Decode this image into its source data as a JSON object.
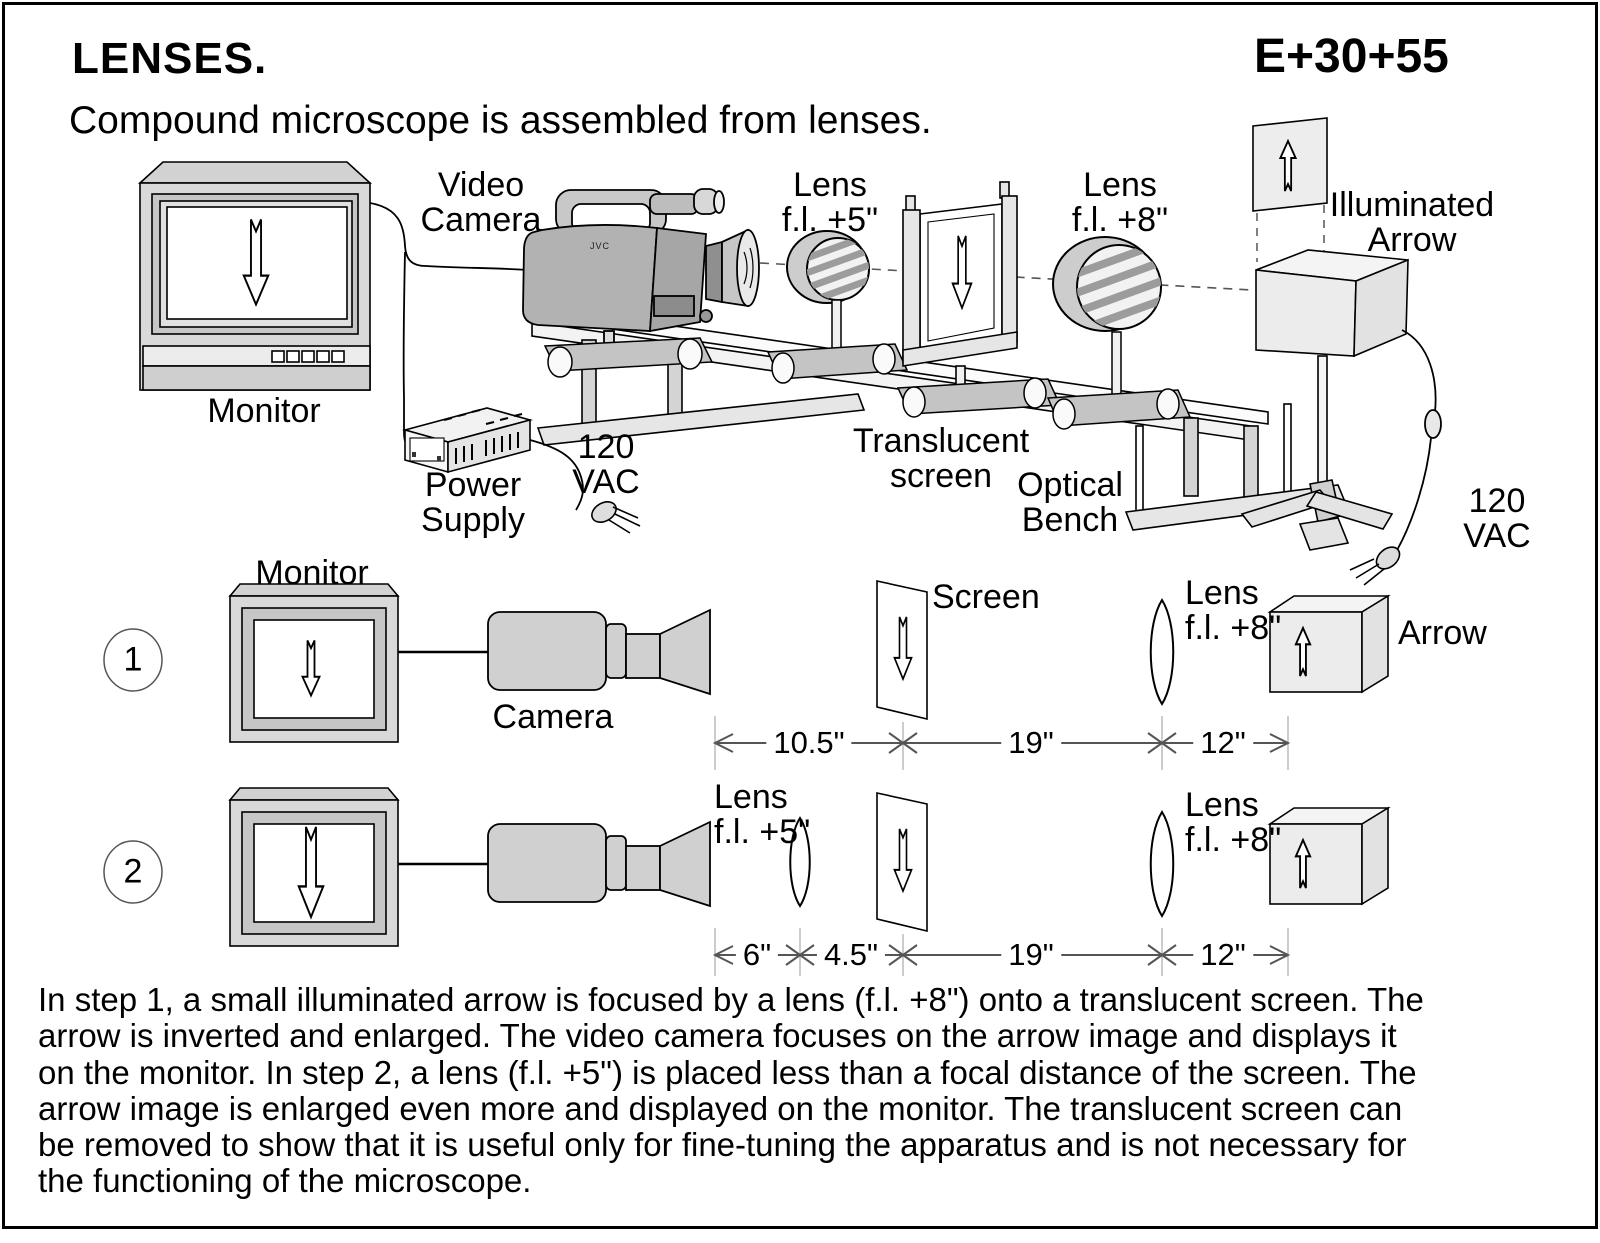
{
  "header": {
    "title": "LENSES.",
    "code": "E+30+55",
    "subtitle": "Compound microscope is assembled from lenses."
  },
  "main": {
    "monitor": "Monitor",
    "video_camera": "Video\nCamera",
    "lens5": "Lens\nf.l. +5\"",
    "translucent_screen": "Translucent\nscreen",
    "lens8": "Lens\nf.l. +8\"",
    "illuminated_arrow": "Illuminated\nArrow",
    "optical_bench": "Optical\nBench",
    "power_supply": "Power\nSupply",
    "vac_left": "120\nVAC",
    "vac_right": "120\nVAC",
    "camera_brand": "JVC"
  },
  "step1": {
    "number": "1",
    "monitor": "Monitor",
    "camera": "Camera",
    "screen": "Screen",
    "lens8": "Lens\nf.l. +8\"",
    "arrow": "Arrow",
    "dim_camera_screen": "10.5\"",
    "dim_screen_lens": "19\"",
    "dim_lens_arrow": "12\""
  },
  "step2": {
    "number": "2",
    "lens5": "Lens\nf.l. +5\"",
    "lens8": "Lens\nf.l. +8\"",
    "dim_camera_lens5": "6\"",
    "dim_lens5_screen": "4.5\"",
    "dim_screen_lens8": "19\"",
    "dim_lens8_arrow": "12\""
  },
  "description": {
    "lines": [
      "In step 1, a small illuminated arrow is focused by a lens (f.l. +8\") onto a translucent screen. The",
      "arrow is inverted and enlarged. The video camera focuses on the arrow image and displays it",
      "on the monitor. In step 2, a lens (f.l. +5\") is placed less than a focal distance of the screen. The",
      "arrow image is enlarged even more and displayed on the monitor. The translucent screen can",
      "be removed to show that it is useful only for fine-tuning the apparatus and is not necessary for",
      "the functioning of the microscope."
    ]
  },
  "colors": {
    "background": "#ffffff",
    "line": "#000000",
    "gray_dark": "#aaaaaa",
    "gray_mid": "#cccccc",
    "gray_light": "#ececec"
  }
}
